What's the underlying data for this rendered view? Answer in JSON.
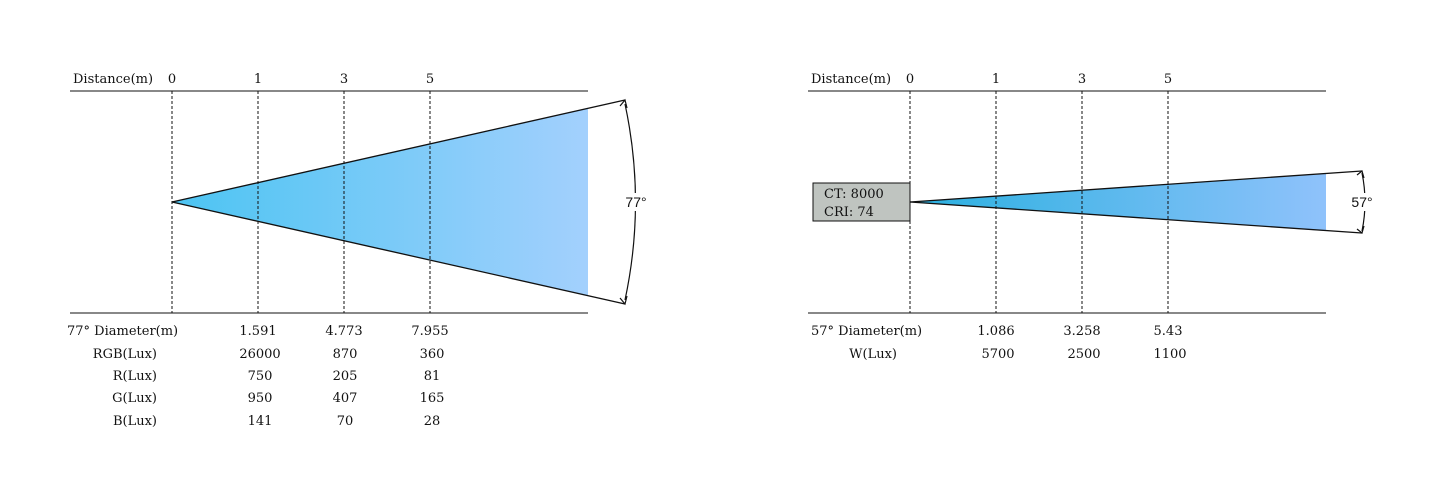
{
  "panels": [
    {
      "id": "rgb",
      "distance_label": "Distance(m)",
      "distances": [
        "0",
        "1",
        "3",
        "5"
      ],
      "beam_angle": "77°",
      "diameter_label": "77° Diameter(m)",
      "diameters": [
        "1.591",
        "4.773",
        "7.955"
      ],
      "rows": [
        {
          "label": "RGB(Lux)",
          "values": [
            "26000",
            "870",
            "360"
          ]
        },
        {
          "label": "R(Lux)",
          "values": [
            "750",
            "205",
            "81"
          ]
        },
        {
          "label": "G(Lux)",
          "values": [
            "950",
            "407",
            "165"
          ]
        },
        {
          "label": "B(Lux)",
          "values": [
            "141",
            "70",
            "28"
          ]
        }
      ],
      "beam_gradient": [
        "#4cc4f2",
        "#a3d0fd"
      ]
    },
    {
      "id": "white",
      "distance_label": "Distance(m)",
      "distances": [
        "0",
        "1",
        "3",
        "5"
      ],
      "beam_angle": "57°",
      "source_box": {
        "line1": "CT: 8000",
        "line2": "CRI: 74"
      },
      "diameter_label": "57° Diameter(m)",
      "diameters": [
        "1.086",
        "3.258",
        "5.43"
      ],
      "rows": [
        {
          "label": "W(Lux)",
          "values": [
            "5700",
            "2500",
            "1100"
          ]
        }
      ],
      "beam_gradient": [
        "#2ab0e0",
        "#8fc2fb"
      ]
    }
  ],
  "colors": {
    "line": "#111111",
    "source_box_fill": "#bfc4c0"
  }
}
